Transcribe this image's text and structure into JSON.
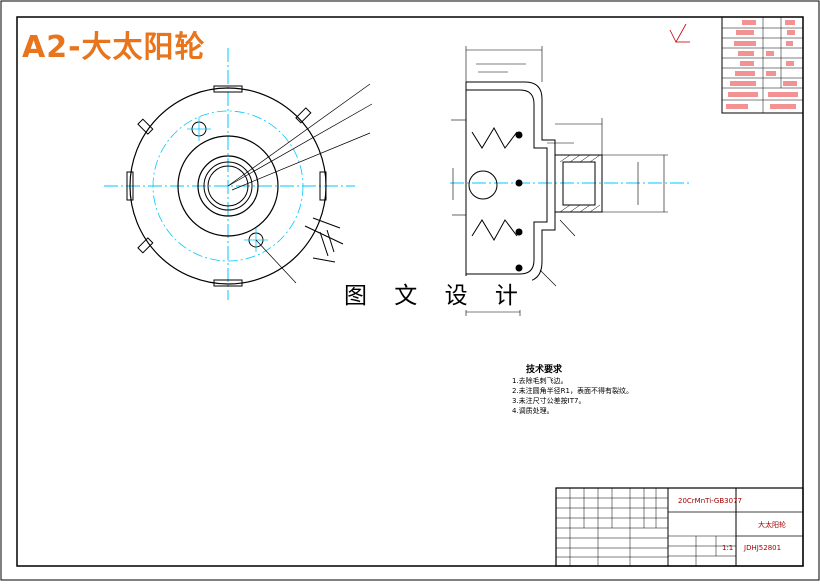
{
  "drawing": {
    "title": "A2-大太阳轮",
    "watermark": "图 文 设 计",
    "tech_requirements": {
      "heading": "技术要求",
      "notes": [
        "1.去除毛刺飞边。",
        "2.未注圆角半径R1，表面不得有裂纹。",
        "3.未注尺寸公差按IT7。",
        "4.调质处理。"
      ]
    },
    "title_block": {
      "material": "20CrMnTi-GB3077",
      "part_name": "大太阳轮",
      "drawing_no": "JDHJ52801",
      "scale": "1:1"
    },
    "colors": {
      "title": "#e8741c",
      "centerline": "#00c8ff",
      "outline": "#000000",
      "dimension_text": "#c00000",
      "table_fill": "#f08080"
    }
  }
}
